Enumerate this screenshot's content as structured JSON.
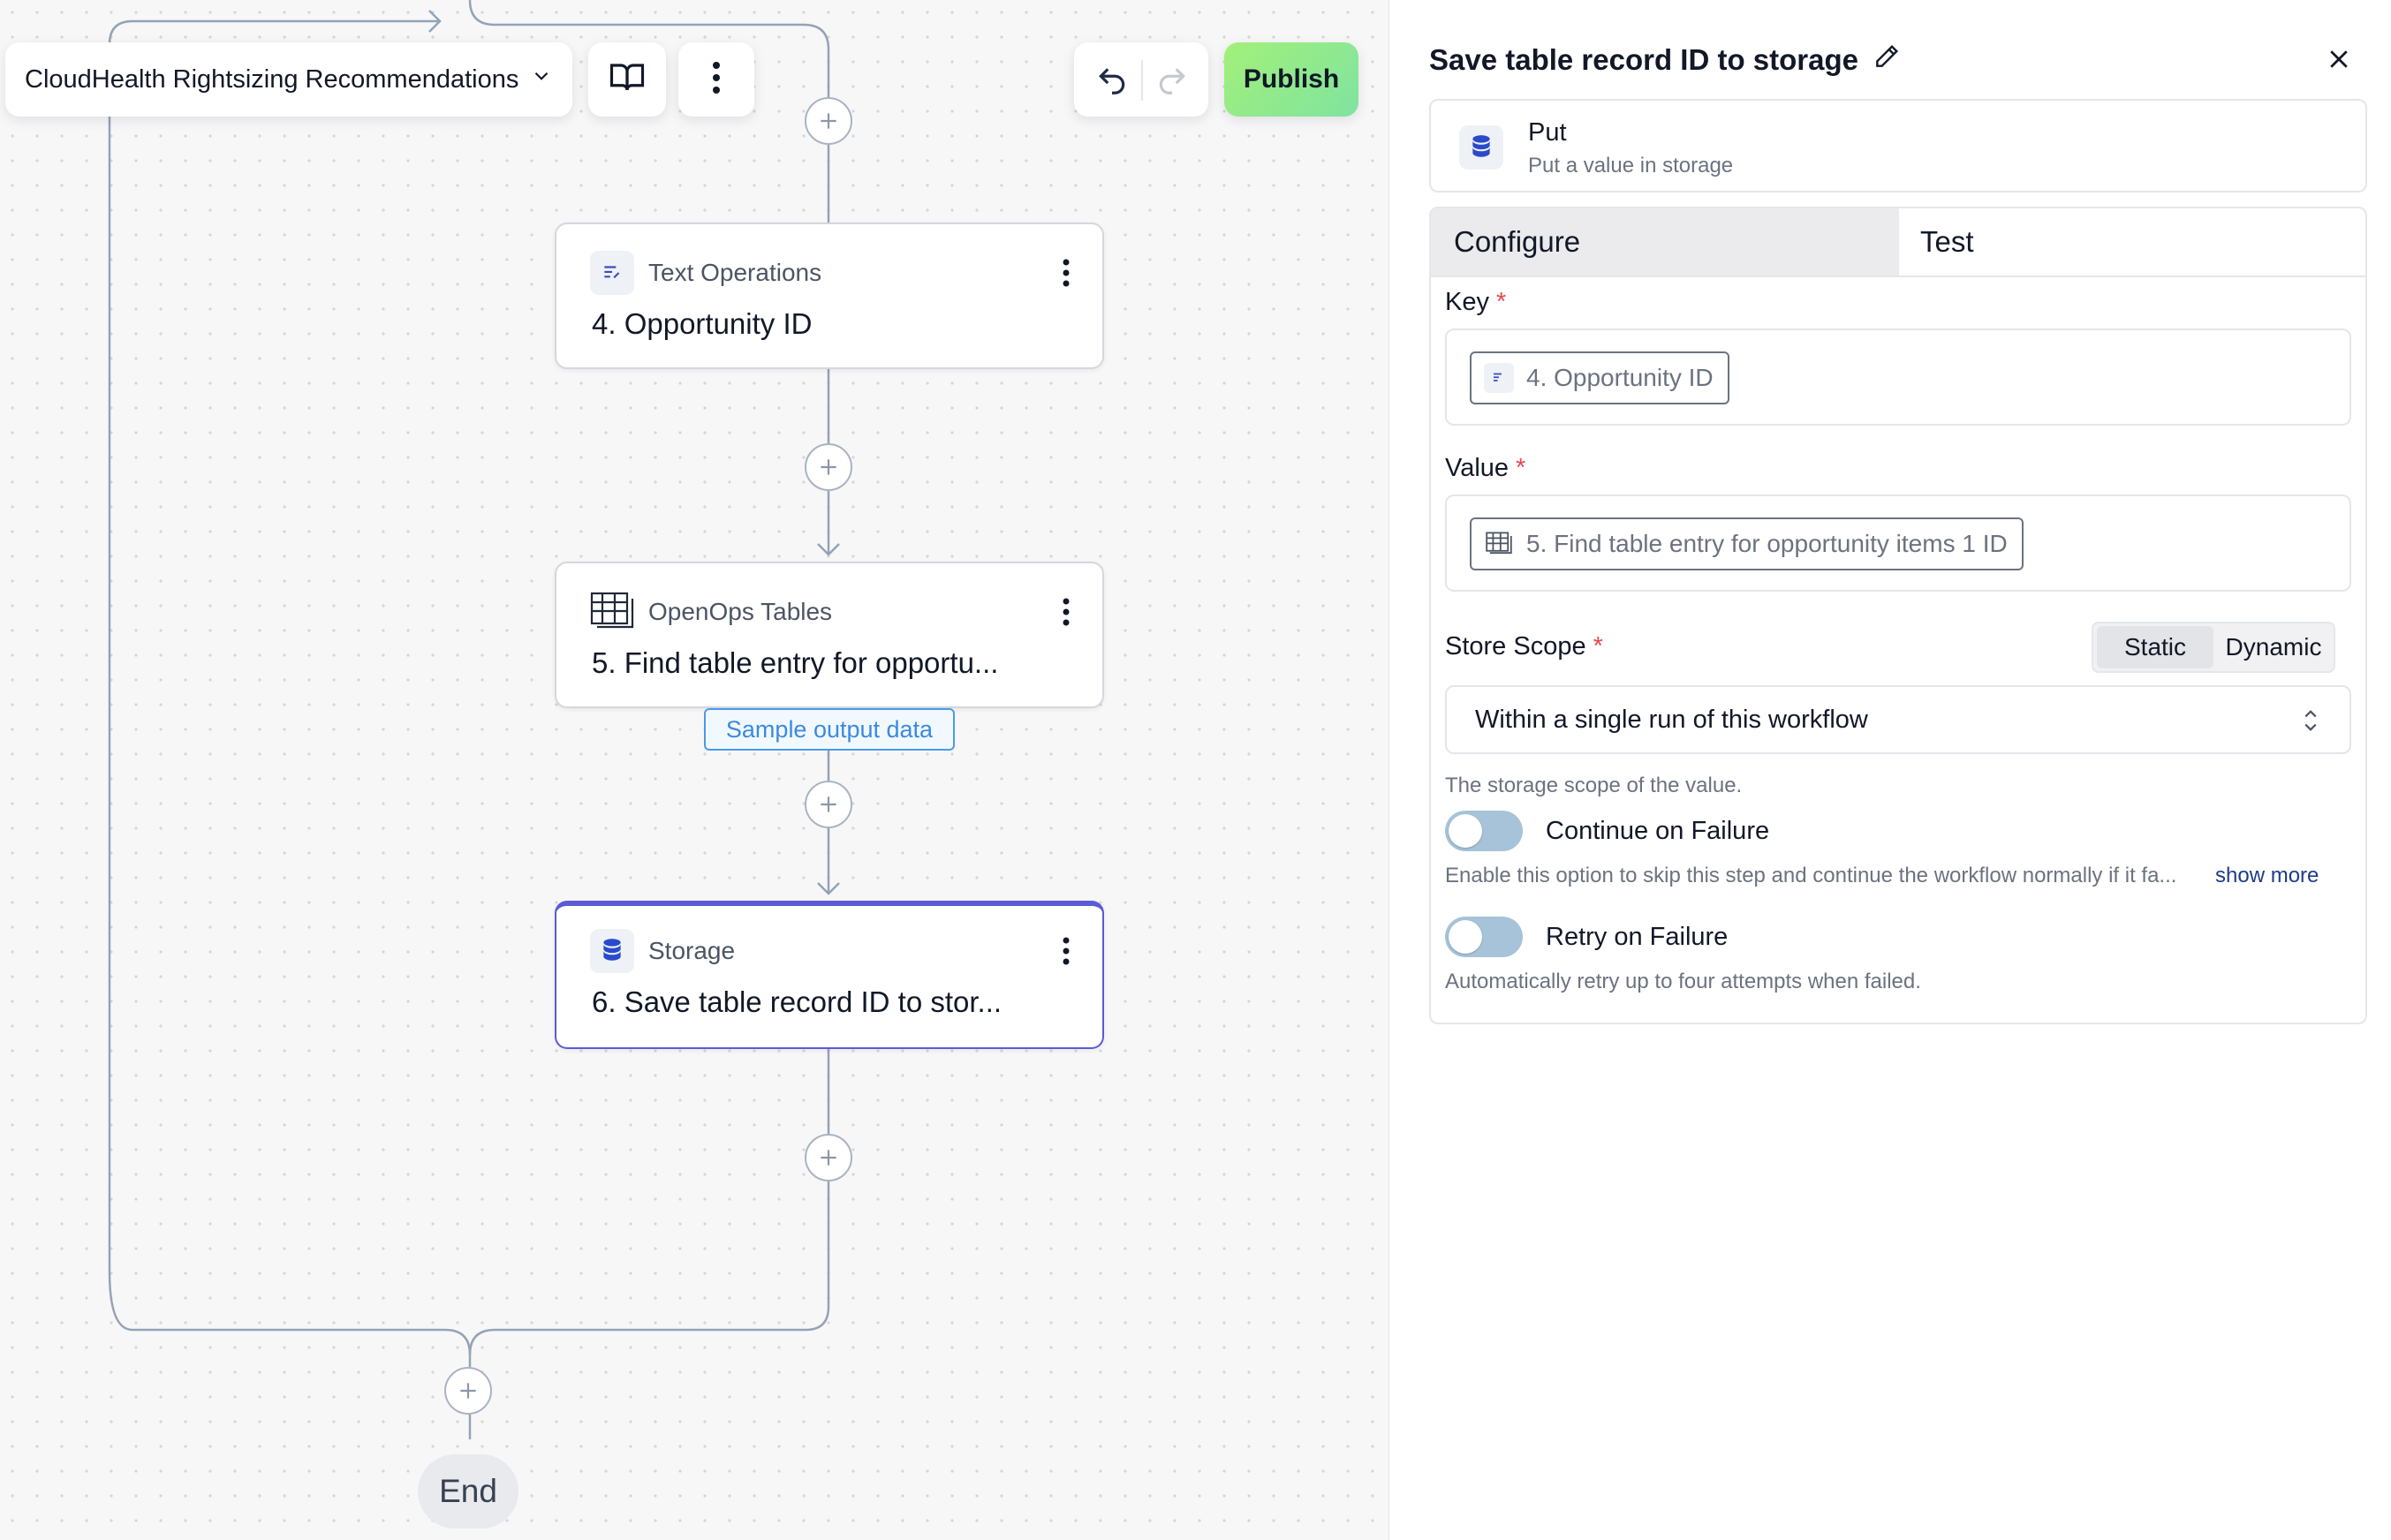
{
  "canvas": {
    "flow_name": "CloudHealth Rightsizing Recommendations",
    "publish_label": "Publish",
    "steps": [
      {
        "app": "Text Operations",
        "title": "4. Opportunity ID"
      },
      {
        "app": "OpenOps Tables",
        "title": "5. Find table entry for opportu..."
      },
      {
        "app": "Storage",
        "title": "6. Save table record ID to stor..."
      }
    ],
    "sample_output_label": "Sample output data",
    "end_label": "End"
  },
  "panel": {
    "title": "Save table record ID to storage",
    "action": {
      "name": "Put",
      "description": "Put a value in storage"
    },
    "tabs": [
      "Configure",
      "Test"
    ],
    "key": {
      "label": "Key",
      "required_mark": "*",
      "chip": "4. Opportunity ID"
    },
    "value": {
      "label": "Value",
      "required_mark": "*",
      "chip": "5. Find table entry for opportunity items 1 ID"
    },
    "store_scope": {
      "label": "Store Scope",
      "required_mark": "*",
      "modes": [
        "Static",
        "Dynamic"
      ],
      "selected_mode": "Static",
      "selected_value": "Within a single run of this workflow",
      "help": "The storage scope of the value."
    },
    "continue_on_failure": {
      "label": "Continue on Failure",
      "enabled": false,
      "help": "Enable this option to skip this step and continue the workflow normally if it fa...",
      "show_more": "show more"
    },
    "retry_on_failure": {
      "label": "Retry on Failure",
      "enabled": false,
      "help": "Automatically retry up to four attempts when failed."
    }
  },
  "colors": {
    "publish_gradient_start": "#a3f07a",
    "publish_gradient_end": "#7fe3a0",
    "selected_border": "#5b5bd6",
    "link_blue": "#3b8ae0",
    "required_red": "#e5484d",
    "toggle_off": "#a6c3d9"
  }
}
